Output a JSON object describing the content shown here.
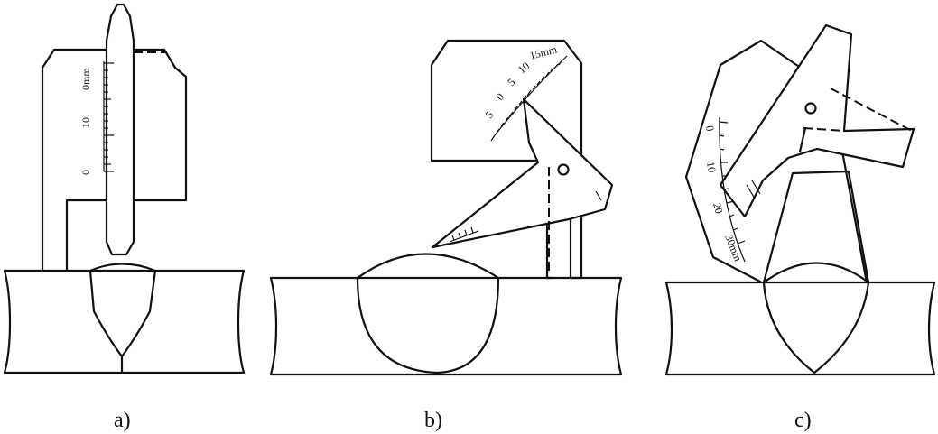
{
  "captions": {
    "a": "a)",
    "b": "b)",
    "c": "c)"
  },
  "fig_a": {
    "scale_labels": [
      "0mm",
      "10",
      "0"
    ]
  },
  "fig_b": {
    "scale_labels": [
      "5",
      "0",
      "5",
      "10",
      "15mm"
    ]
  },
  "fig_c": {
    "scale_labels": [
      "0",
      "10",
      "20",
      "30mm"
    ]
  }
}
